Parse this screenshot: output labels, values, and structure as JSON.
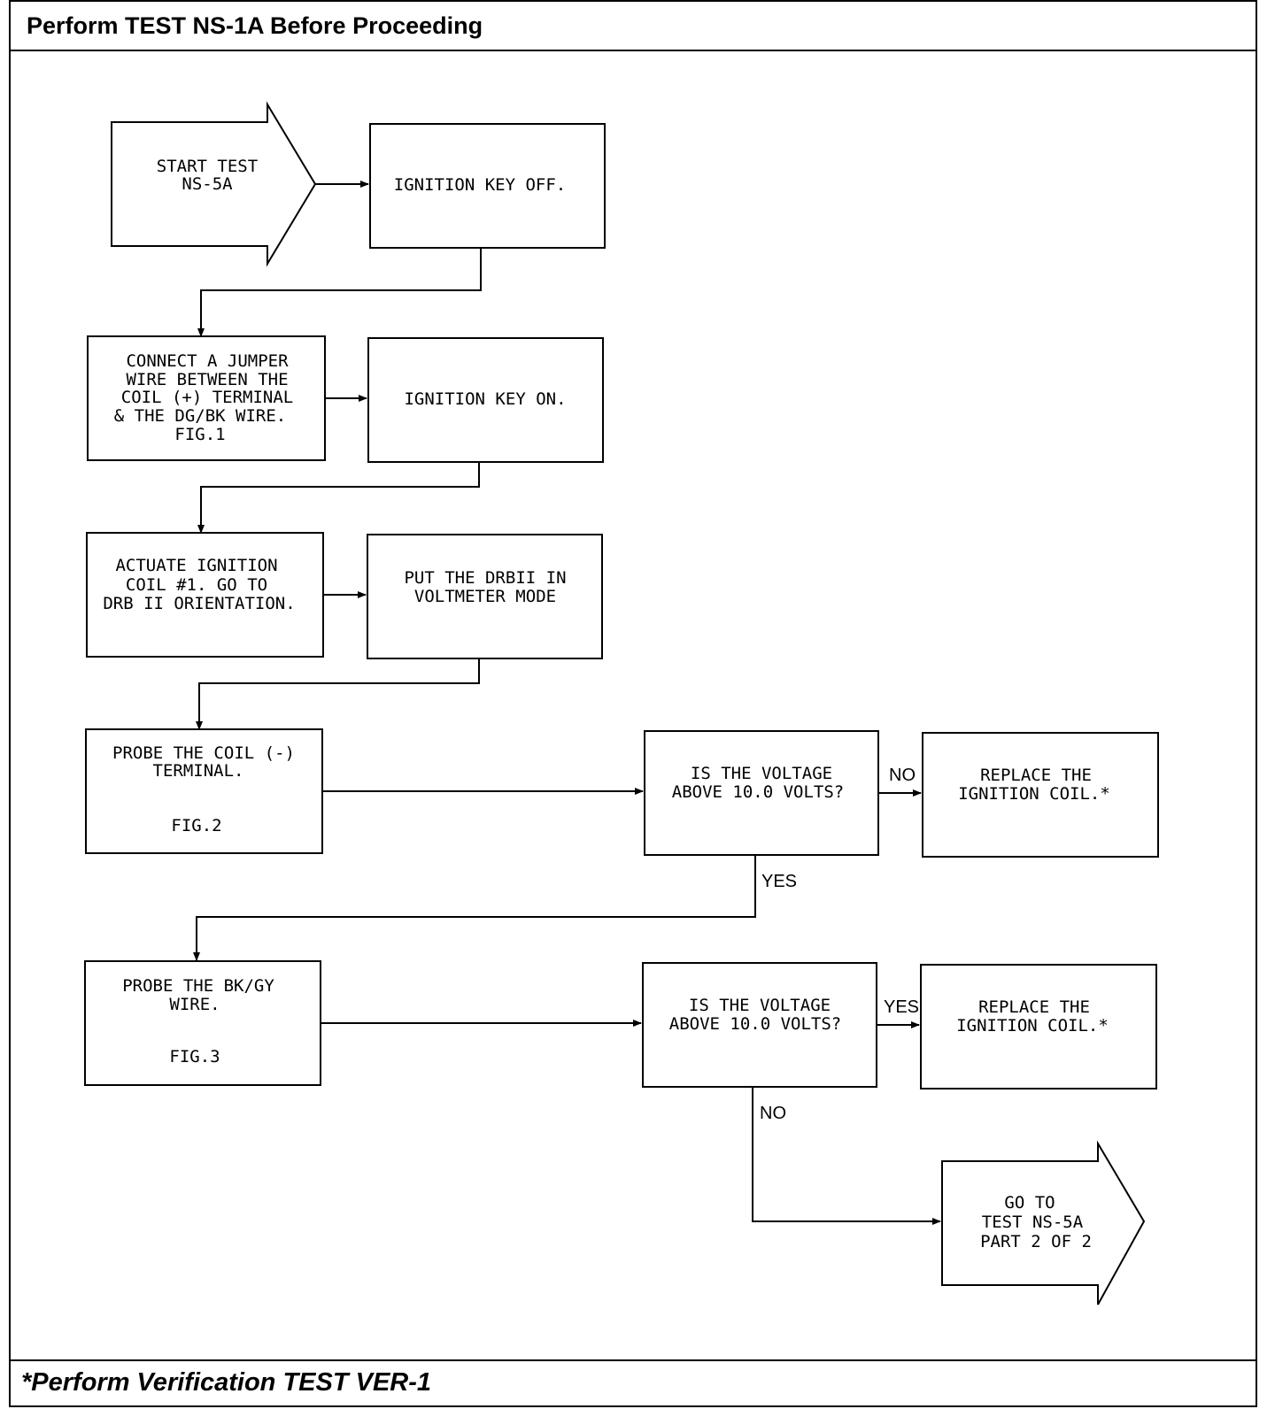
{
  "header": {
    "title": "Perform TEST NS-1A Before Proceeding"
  },
  "footer": {
    "note": "*Perform Verification TEST VER-1"
  },
  "nodes": {
    "start": [
      "START TEST",
      "NS-5A"
    ],
    "key_off": [
      "IGNITION KEY OFF."
    ],
    "jumper": [
      "CONNECT A JUMPER",
      "WIRE BETWEEN THE",
      "COIL (+) TERMINAL",
      "& THE DG/BK WIRE.",
      "FIG.1"
    ],
    "key_on": [
      "IGNITION KEY ON."
    ],
    "actuate": [
      "ACTUATE IGNITION",
      "COIL #1. GO TO",
      "DRB II ORIENTATION."
    ],
    "drb_mode": [
      "PUT THE DRBII IN",
      "VOLTMETER MODE"
    ],
    "probe_coil": [
      "PROBE THE COIL (-)",
      "TERMINAL.",
      "FIG.2"
    ],
    "q1": [
      "IS THE VOLTAGE",
      "ABOVE 10.0 VOLTS?"
    ],
    "replace1": [
      "REPLACE THE",
      "IGNITION COIL.*"
    ],
    "probe_bk": [
      "PROBE THE BK/GY",
      "WIRE.",
      "FIG.3"
    ],
    "q2": [
      "IS THE VOLTAGE",
      "ABOVE 10.0 VOLTS?"
    ],
    "replace2": [
      "REPLACE THE",
      "IGNITION COIL.*"
    ],
    "goto": [
      "GO TO",
      "TEST NS-5A",
      "PART 2 OF 2"
    ]
  },
  "edge_labels": {
    "q1_no": "NO",
    "q1_yes": "YES",
    "q2_yes": "YES",
    "q2_no": "NO"
  }
}
